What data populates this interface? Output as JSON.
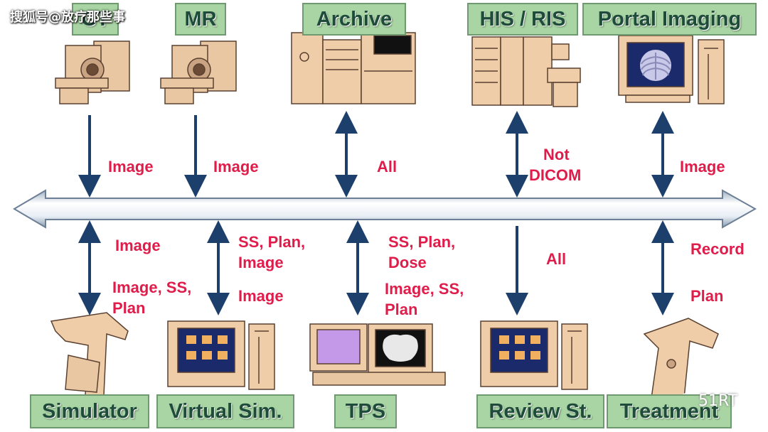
{
  "watermark": "搜狐号@放疗那些事",
  "watermark_logo": "51RT",
  "colors": {
    "box_fill": "#a9d5a4",
    "box_text": "#1e4b3a",
    "arrow": "#1c3f6b",
    "label": "#e01c4a",
    "device": "#e9c7a3"
  },
  "top_nodes": [
    {
      "name": "CT",
      "label": "CT"
    },
    {
      "name": "MR",
      "label": "MR"
    },
    {
      "name": "archive",
      "label": "Archive"
    },
    {
      "name": "his-ris",
      "label": "HIS / RIS"
    },
    {
      "name": "portal-imaging",
      "label": "Portal Imaging"
    }
  ],
  "top_flows": [
    {
      "name": "ct",
      "label": "Image",
      "direction": "down"
    },
    {
      "name": "mr",
      "label": "Image",
      "direction": "down"
    },
    {
      "name": "archive",
      "label": "All",
      "direction": "both"
    },
    {
      "name": "his-ris",
      "lines": [
        "Not",
        "DICOM"
      ],
      "direction": "both"
    },
    {
      "name": "portal",
      "label": "Image",
      "direction": "both"
    }
  ],
  "bottom_nodes": [
    {
      "name": "simulator",
      "label": "Simulator"
    },
    {
      "name": "virtual-sim",
      "label": "Virtual Sim."
    },
    {
      "name": "tps",
      "label": "TPS"
    },
    {
      "name": "review-station",
      "label": "Review St."
    },
    {
      "name": "treatment",
      "label": "Treatment"
    }
  ],
  "bottom_flows": [
    {
      "name": "simulator",
      "up": "Image",
      "down": [
        "Image, SS,",
        "Plan"
      ],
      "direction": "both"
    },
    {
      "name": "virtual-sim",
      "up": [
        "SS, Plan,",
        "Image"
      ],
      "down": "Image",
      "direction": "both"
    },
    {
      "name": "tps",
      "up": [
        "SS, Plan,",
        "Dose"
      ],
      "down": [
        "Image, SS,",
        "Plan"
      ],
      "direction": "both"
    },
    {
      "name": "review",
      "up": "All",
      "direction": "down"
    },
    {
      "name": "treatment",
      "up": "Record",
      "down": "Plan",
      "direction": "both"
    }
  ]
}
